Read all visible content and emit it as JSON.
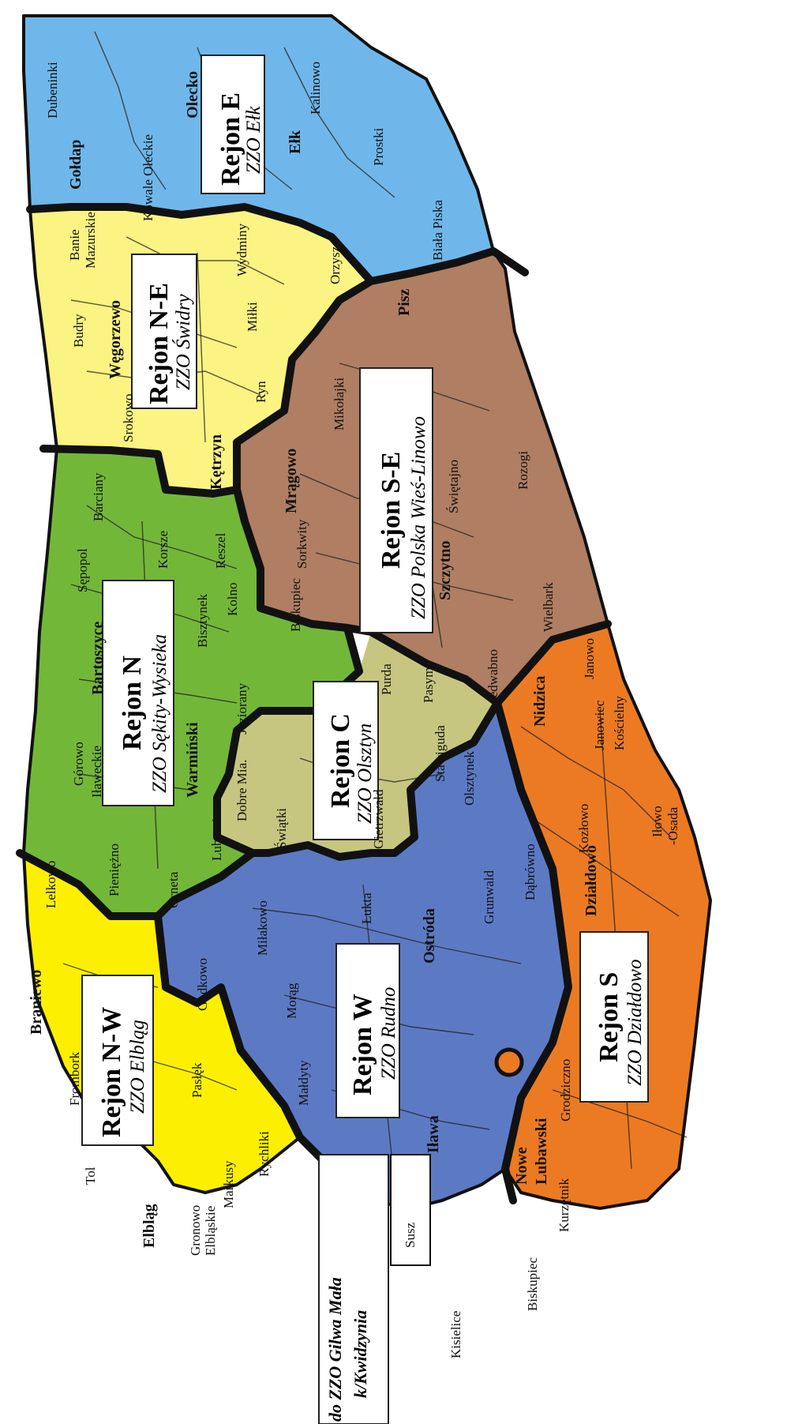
{
  "colors": {
    "E": "#6fb7ea",
    "NE": "#fbf382",
    "N": "#73b739",
    "SE": "#b07e62",
    "C": "#c6c680",
    "NW": "#fcf000",
    "W": "#5c7ac4",
    "S": "#ec7a22",
    "border": "#111111"
  },
  "regions": {
    "E": {
      "name": "Rejon E",
      "zzo": "ZZO Ełk"
    },
    "NE": {
      "name": "Rejon N-E",
      "zzo": "ZZO Świdry"
    },
    "N": {
      "name": "Rejon N",
      "zzo": "ZZO Sękity-Wysieka"
    },
    "SE": {
      "name": "Rejon S-E",
      "zzo": "ZZO Polska Wieś-Linowo"
    },
    "C": {
      "name": "Rejon C",
      "zzo": "ZZO Olsztyn"
    },
    "NW": {
      "name": "Rejon N-W",
      "zzo": "ZZO Elbląg"
    },
    "W": {
      "name": "Rejon W",
      "zzo": "ZZO Rudno"
    },
    "S": {
      "name": "Rejon S",
      "zzo": "ZZO Działdowo"
    }
  },
  "external": {
    "line1": "do ZZO Gilwa Mała",
    "line2": "k/Kwidzynia"
  },
  "places": {
    "dubeninki": "Dubeninki",
    "goldap": "Gołdap",
    "kowale": "Kowale Oleckie",
    "olecko": "Olecko",
    "kalinowo": "Kalinowo",
    "elk": "Ełk",
    "prostki": "Prostki",
    "biala_piska": "Biała Piska",
    "banie": "Banie",
    "mazurskie": "Mazurskie",
    "budry": "Budry",
    "wegorzewo": "Węgorzewo",
    "srokowo": "Srokowo",
    "ketrzyn": "Kętrzyn",
    "wydminy": "Wydminy",
    "milki": "Miłki",
    "ryn": "Ryn",
    "orzysz": "Orzysz",
    "pisz": "Pisz",
    "mikolajki": "Mikołajki",
    "mragowo": "Mrągowo",
    "sorkwity": "Sorkwity",
    "swietajno": "Świętajno",
    "rozogi": "Rozogi",
    "szczytno": "Szczytno",
    "biskupiec": "Biskupiec",
    "pasym": "Pasym",
    "wielbark": "Wielbark",
    "jedwabno": "Jedwabno",
    "barciany": "Barciany",
    "korsze": "Korsze",
    "reszel": "Reszel",
    "sepopol": "Sępopol",
    "bartoszyce": "Bartoszyce",
    "bisztynek": "Bisztynek",
    "kolno": "Kolno",
    "jeziorany": "Jeziorany",
    "gorowo": "Górowo",
    "ilaweckie": "Iławeckie",
    "warminski": "Warmiński",
    "purda": "Purda",
    "stawiguda": "Stawiguda",
    "dobre_miasto": "Dobre Mia.",
    "swiatki": "Świątki",
    "gietrzwald": "Gietrzwałd",
    "olsztynek": "Olsztynek",
    "nidzica": "Nidzica",
    "janowo": "Janowo",
    "janowiec": "Janowiec",
    "koscielny": "Kościelny",
    "kozlowo": "Kozłowo",
    "dzialdowo": "Działdowo",
    "ilowo": "Iłowo",
    "osada": "-Osada",
    "lelkowo": "Lelkowo",
    "pieniezno": "Pieniężno",
    "orneta": "Orneta",
    "lubomino": "Lubomino",
    "braniewo": "Braniewo",
    "frombork": "Frombork",
    "godkowo": "Godkowo",
    "paslek": "Pasłęk",
    "tolkmicko": "Tol",
    "elblag": "Elbląg",
    "markusy": "Markusy",
    "rychliki": "Rychliki",
    "gronowo": "Gronowo",
    "elblaskie": "Elbląskie",
    "milakowo": "Miłakowo",
    "morag": "Morąg",
    "lukta": "Łukta",
    "ostroda": "Ostróda",
    "grunwald": "Grunwald",
    "dabrowno": "Dąbrówno",
    "maldyty": "Małdyty",
    "ilawa": "Iława",
    "grodziczno": "Grodziczno",
    "kurzetnik": "Kurzętnik",
    "nowe_miasto": "Nowe",
    "lubawski": "Lubawski",
    "biskupiec_s": "Biskupiec",
    "kisielice": "Kisielice",
    "susz": "Susz"
  }
}
